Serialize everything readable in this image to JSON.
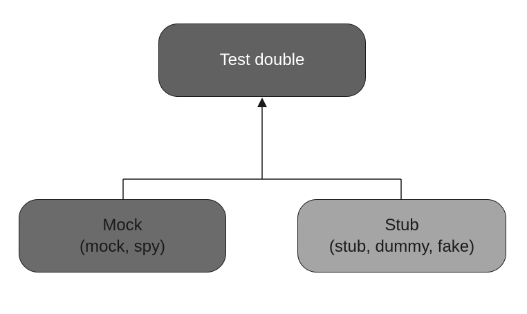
{
  "nodes": {
    "root": {
      "label": "Test double"
    },
    "mock": {
      "label": "Mock",
      "sublabel": "(mock, spy)"
    },
    "stub": {
      "label": "Stub",
      "sublabel": "(stub, dummy, fake)"
    }
  },
  "colors": {
    "root_fill": "#616161",
    "mock_fill": "#6b6b6b",
    "stub_fill": "#a5a5a5",
    "stroke": "#1a1a1a"
  },
  "edges": [
    {
      "from": "mock",
      "to": "root",
      "type": "generalization-arrow"
    },
    {
      "from": "stub",
      "to": "root",
      "type": "generalization-arrow"
    }
  ]
}
